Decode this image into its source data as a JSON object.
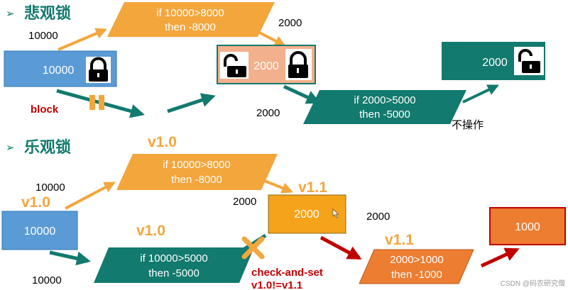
{
  "pessimistic": {
    "title": "悲观锁",
    "start_value": "10000",
    "box1_value": "10000",
    "block_label": "block",
    "step1_line1": "if 10000>8000",
    "step1_line2": "then -8000",
    "after_step1_label": "2000",
    "box2_value": "2000",
    "step2_in_label": "2000",
    "step2_line1": "if 2000>5000",
    "step2_line2": "then -5000",
    "box3_value": "2000",
    "no_op_label": "不操作"
  },
  "optimistic": {
    "title": "乐观锁",
    "start_value": "10000",
    "start_version": "v1.0",
    "box1_value": "10000",
    "step1_version": "v1.0",
    "step1_line1": "if 10000>8000",
    "step1_line2": "then -8000",
    "after_step1_label": "2000",
    "box2_version": "v1.1",
    "box2_value": "2000",
    "right_label": "2000",
    "mid_version": "v1.0",
    "step2_in_label": "10000",
    "step2_line1": "if 10000>5000",
    "step2_line2": "then -5000",
    "cas_line1": "check-and-set",
    "cas_line2": "v1.0!=v1.1",
    "step3_version": "v1.1",
    "step3_line1": "2000>1000",
    "step3_line2": "then -1000",
    "box3_value": "1000"
  },
  "watermark": "CSDN @码农研究僧",
  "colors": {
    "orange": "#f3a63c",
    "blue": "#5b9bd5",
    "teal": "#127a6e",
    "peach": "#f2b08c",
    "deep_orange": "#ed7d31",
    "red": "#c00000"
  }
}
